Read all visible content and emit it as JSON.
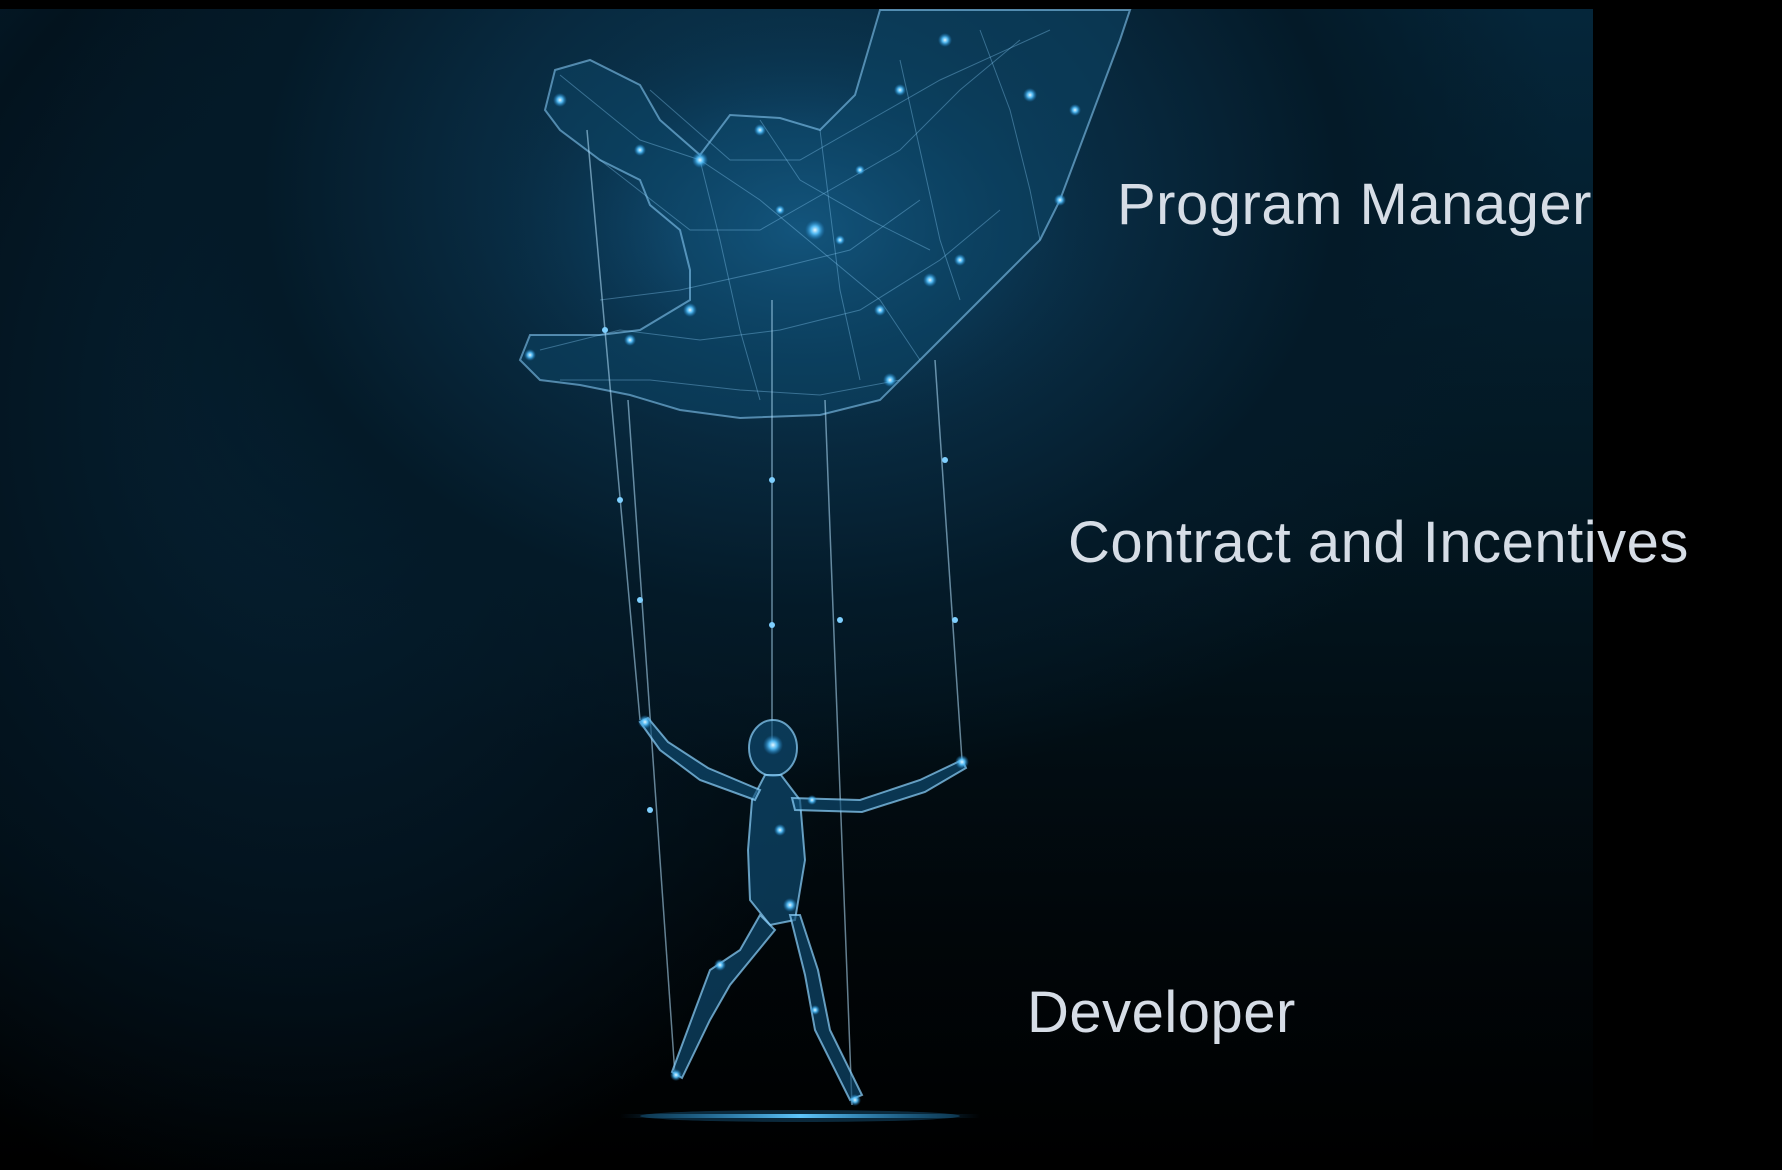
{
  "slide": {
    "labels": {
      "program_manager": "Program Manager",
      "contract_and_incentives": "Contract and Incentives",
      "developer": "Developer"
    }
  },
  "image": {
    "subject": "wireframe-hand-controlling-marionette",
    "colors": {
      "background": "#000000",
      "glow": "#3fb8ff",
      "wire": "#8fd4ff",
      "text": "#d6dde6"
    }
  }
}
